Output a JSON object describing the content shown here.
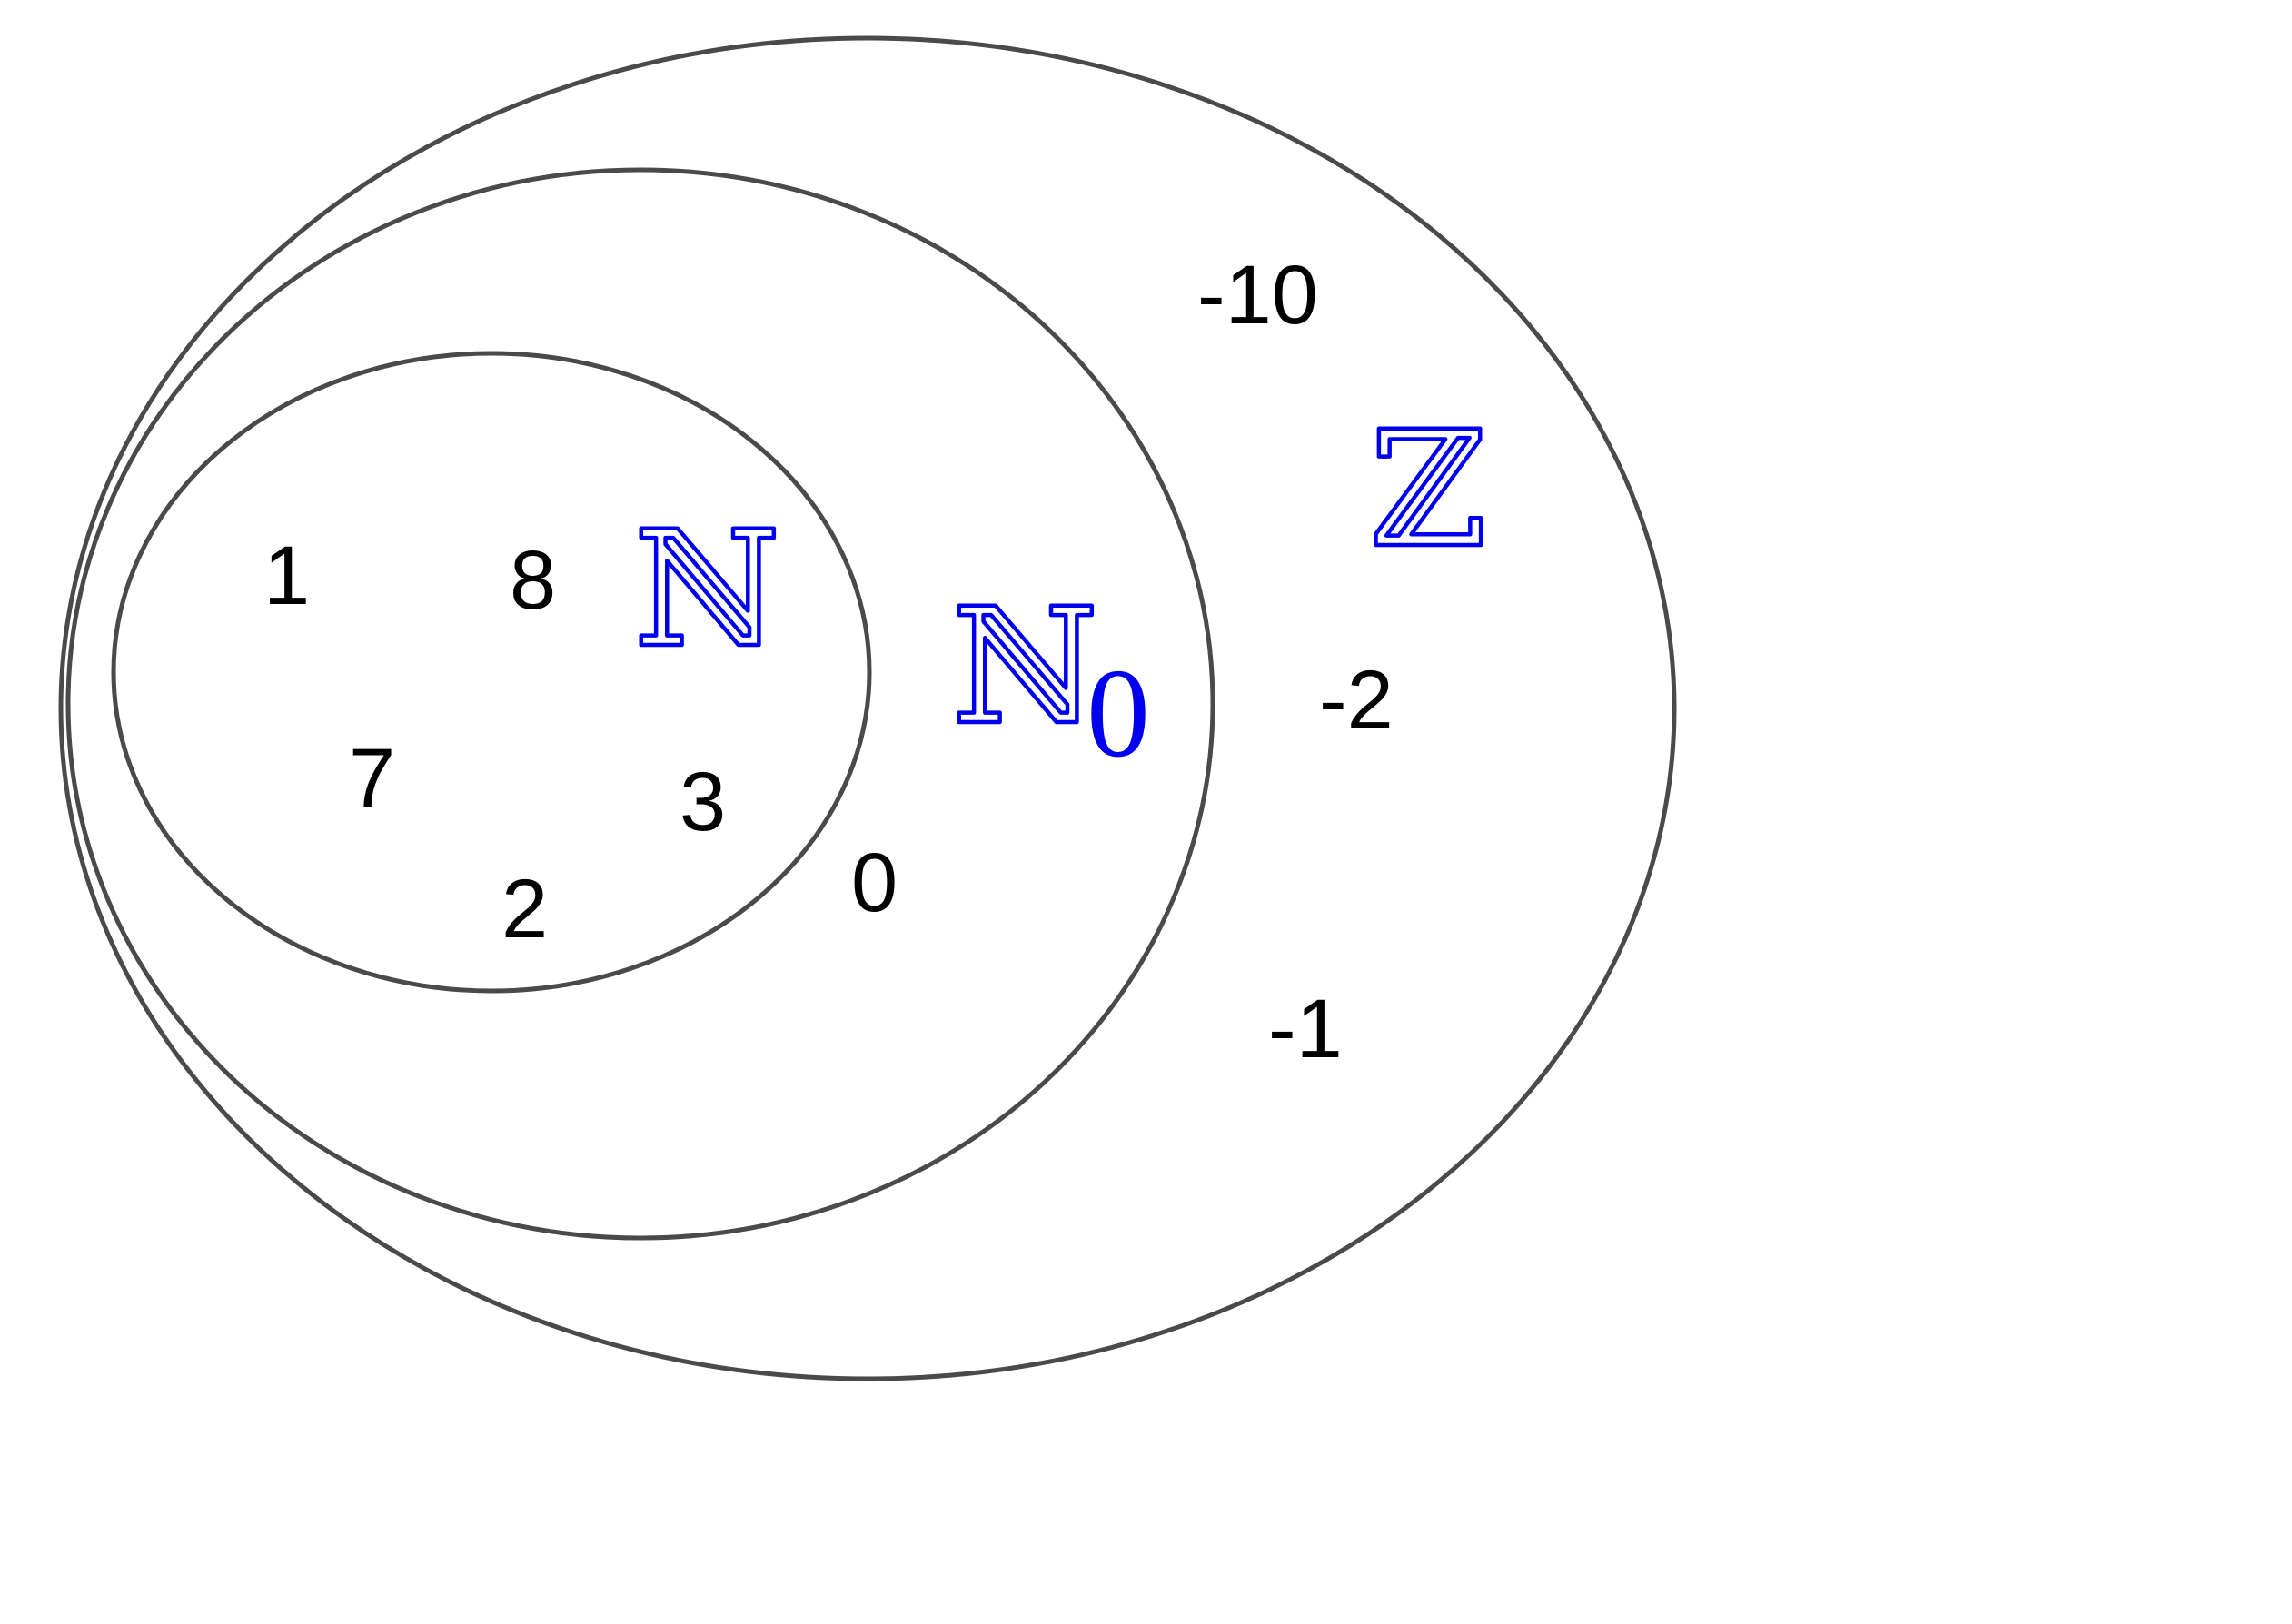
{
  "colors": {
    "outline": "#4a4a4a",
    "set_symbol": "#0000ee",
    "element_text": "#000000",
    "background": "#ffffff"
  },
  "sets": {
    "integers": {
      "symbol": "ℤ",
      "elements": [
        "-10",
        "-2",
        "-1"
      ]
    },
    "naturals_with_zero": {
      "symbol": "ℕ",
      "subscript": "0",
      "elements": [
        "0"
      ]
    },
    "naturals": {
      "symbol": "ℕ",
      "elements": [
        "1",
        "8",
        "7",
        "3",
        "2"
      ]
    }
  }
}
